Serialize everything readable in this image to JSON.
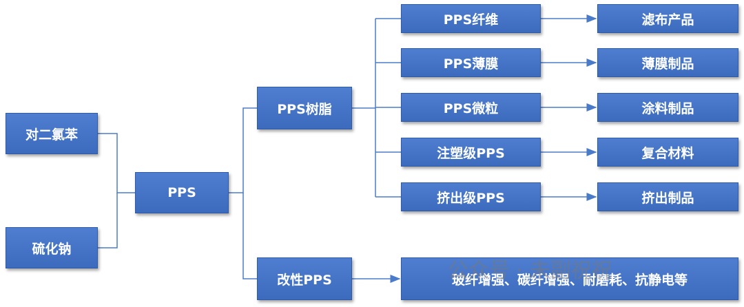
{
  "nodes": {
    "pcb": "对二氯苯",
    "ss": "硫化钠",
    "pps": "PPS",
    "resin": "PPS树脂",
    "mod": "改性PPS",
    "fiber": "PPS纤维",
    "film": "PPS薄膜",
    "micro": "PPS微粒",
    "inj": "注塑级PPS",
    "ext": "挤出级PPS",
    "filter": "滤布产品",
    "filmprod": "薄膜制品",
    "coat": "涂料制品",
    "comp": "复合材料",
    "extprod": "挤出制品",
    "mods": "玻纤增强、碳纤增强、耐磨耗、抗静电等"
  },
  "watermark": "公众号 · 未副祝祝",
  "colors": {
    "node": "#3f6fc0",
    "connector": "#4a7bc8"
  }
}
